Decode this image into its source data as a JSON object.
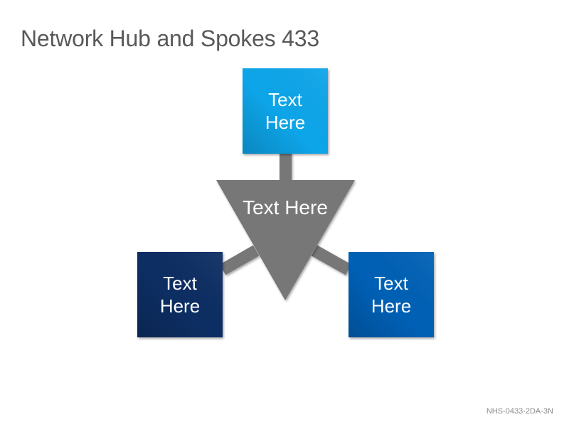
{
  "title": "Network Hub and Spokes 433",
  "hub": {
    "label": "Text Here",
    "color": "#777777"
  },
  "spokes": [
    {
      "id": "top",
      "label_line1": "Text",
      "label_line2": "Here",
      "color": "#0ea5e9"
    },
    {
      "id": "left",
      "label_line1": "Text",
      "label_line2": "Here",
      "color": "#0b2f63"
    },
    {
      "id": "right",
      "label_line1": "Text",
      "label_line2": "Here",
      "color": "#0061b5"
    }
  ],
  "footer": {
    "code": "NHS-0433-2DA-3N"
  }
}
